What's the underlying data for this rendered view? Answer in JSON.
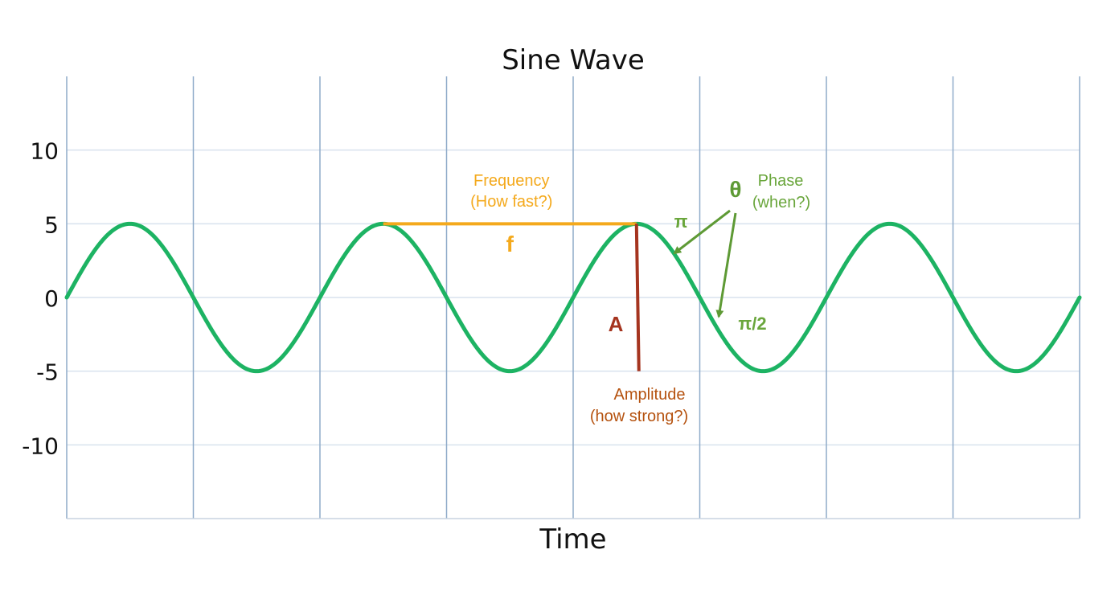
{
  "chart_data": {
    "type": "line",
    "title": "Sine Wave",
    "xlabel": "Time",
    "ylabel": "",
    "ylim": [
      -15,
      15
    ],
    "xlim": [
      0,
      8
    ],
    "yticks": [
      {
        "value": 10,
        "label": "10"
      },
      {
        "value": 5,
        "label": "5"
      },
      {
        "value": 0,
        "label": "0"
      },
      {
        "value": -5,
        "label": "-5"
      },
      {
        "value": -10,
        "label": "-10"
      }
    ],
    "grid": true,
    "vertical_gridlines": [
      0,
      1,
      2,
      3,
      4,
      5,
      6,
      7,
      8
    ],
    "series": [
      {
        "amplitude": 5,
        "period": 2,
        "phase": 0,
        "color": "#1db363"
      }
    ]
  },
  "annotations": {
    "frequency": {
      "label_line1": "Frequency",
      "label_line2": "(How fast?)",
      "symbol": "f",
      "color": "#f4a91c",
      "x_start": 2.5,
      "x_end": 4.5,
      "y": 5
    },
    "amplitude": {
      "label_line1": "Amplitude",
      "label_line2": "(how strong?)",
      "symbol": "A",
      "color": "#a5341f",
      "label_color": "#b5520f",
      "x": 4.5,
      "y_top": 5,
      "y_bottom": -5
    },
    "phase": {
      "label_line1": "Phase",
      "label_line2": "(when?)",
      "symbol": "θ",
      "pi_label": "π",
      "half_pi_label": "π/2",
      "color": "#6aa63c",
      "symbol_color": "#5e9a35",
      "arrow1_target": {
        "x": 4.8,
        "y": 3
      },
      "arrow2_target": {
        "x": 5.15,
        "y": -1.3
      }
    }
  }
}
